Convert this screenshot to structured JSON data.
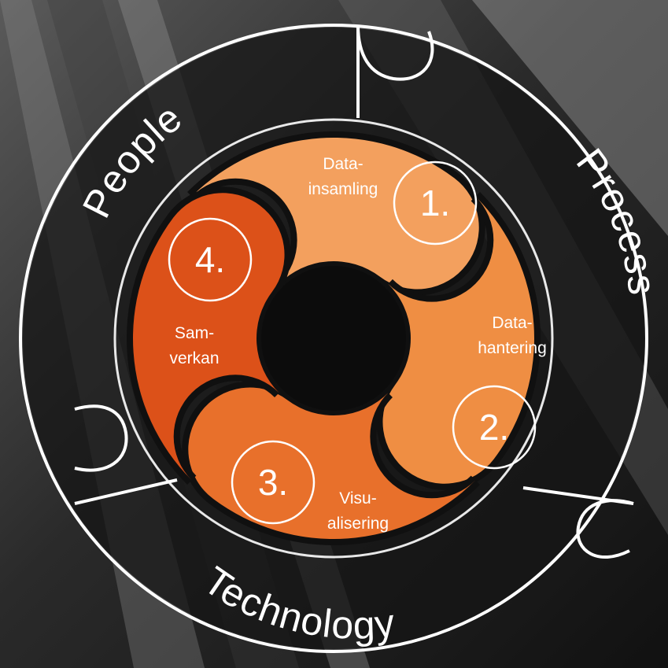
{
  "diagram": {
    "outer_ring": {
      "segments": [
        {
          "label": "People"
        },
        {
          "label": "Process"
        },
        {
          "label": "Technology"
        }
      ]
    },
    "steps": [
      {
        "number": "1.",
        "line1": "Data-",
        "line2": "insamling",
        "color": "#F3A05E"
      },
      {
        "number": "2.",
        "line1": "Data-",
        "line2": "hantering",
        "color": "#EF8E43"
      },
      {
        "number": "3.",
        "line1": "Visu-",
        "line2": "alisering",
        "color": "#E8702B"
      },
      {
        "number": "4.",
        "line1": "Sam-",
        "line2": "verkan",
        "color": "#DC5119"
      }
    ],
    "colors": {
      "background": "#0D0D0D",
      "ring_line": "#FFFFFF"
    }
  }
}
